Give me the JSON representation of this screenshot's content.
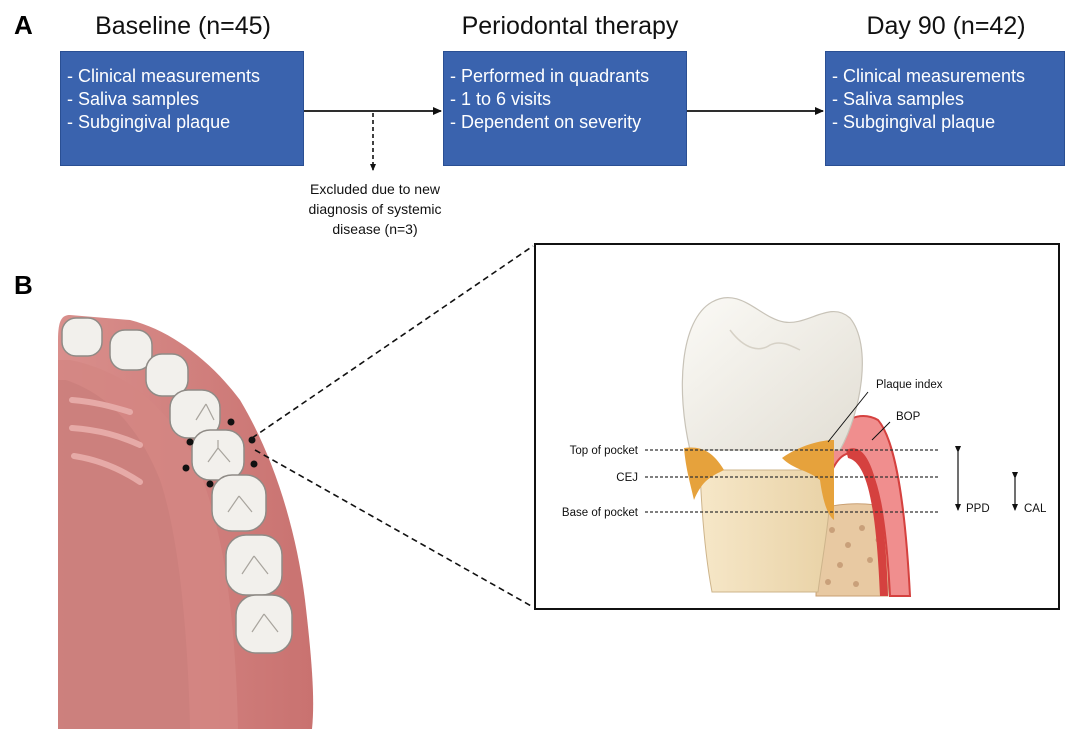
{
  "panel_a": {
    "letter": "A",
    "stages": [
      {
        "title": "Baseline (n=45)",
        "items": [
          "- Clinical measurements",
          "- Saliva samples",
          "- Subgingival plaque"
        ]
      },
      {
        "title": "Periodontal therapy",
        "items": [
          "- Performed in quadrants",
          "- 1 to 6 visits",
          "- Dependent on severity"
        ]
      },
      {
        "title": "Day 90 (n=42)",
        "items": [
          "- Clinical measurements",
          "- Saliva samples",
          "- Subgingival plaque"
        ]
      }
    ],
    "exclusion_note": [
      "Excluded due to new",
      "diagnosis of systemic",
      "disease (n=3)"
    ],
    "colors": {
      "box_fill": "#3a63ae",
      "box_text": "#ffffff"
    }
  },
  "panel_b": {
    "letter": "B",
    "tooth_labels": {
      "top_of_pocket": "Top of pocket",
      "cej": "CEJ",
      "base_of_pocket": "Base of pocket",
      "plaque_index": "Plaque index",
      "bop": "BOP",
      "ppd": "PPD",
      "cal": "CAL"
    }
  }
}
